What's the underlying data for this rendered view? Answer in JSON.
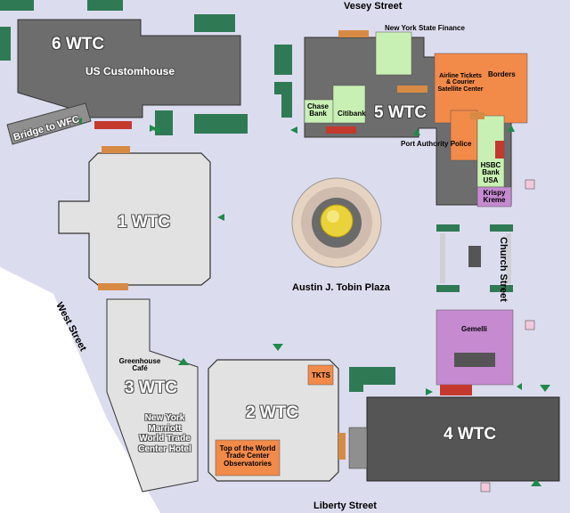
{
  "streets": {
    "vesey": "Vesey Street",
    "church": "Church Street",
    "west": "West Street",
    "liberty": "Liberty Street"
  },
  "buildings": {
    "wtc6": {
      "name": "6 WTC",
      "occupant": "US Customhouse"
    },
    "wtc5": {
      "name": "5 WTC"
    },
    "wtc1": {
      "name": "1 WTC"
    },
    "wtc2": {
      "name": "2 WTC"
    },
    "wtc3": {
      "name": "3 WTC"
    },
    "wtc4": {
      "name": "4 WTC"
    }
  },
  "places": {
    "bridge": "Bridge to WFC",
    "plaza": "Austin J. Tobin Plaza",
    "nys_finance": "New York State Finance",
    "borders": "Borders",
    "airline": "Airline Tickets & Courier Satellite Center",
    "chase": "Chase Bank",
    "citibank": "Citibank",
    "port_police": "Port Authority Police",
    "hsbc": "HSBC Bank USA",
    "krispy": "Krispy Kreme",
    "gemelli": "Gemelli",
    "greenhouse": "Greenhouse Café",
    "marriott": "New York Marriott World Trade Center Hotel",
    "tkts": "TKTS",
    "observatories": "Top of the World Trade Center Observatories"
  },
  "colors": {
    "background": "#dcdcef",
    "building_dark": "#6d6d6d",
    "building_light": "#e2e2e2",
    "green": "#2f7a54",
    "orange": "#f28a4a",
    "light_green": "#c9f0b4",
    "purple": "#c58ad0",
    "red": "#c4392d"
  }
}
